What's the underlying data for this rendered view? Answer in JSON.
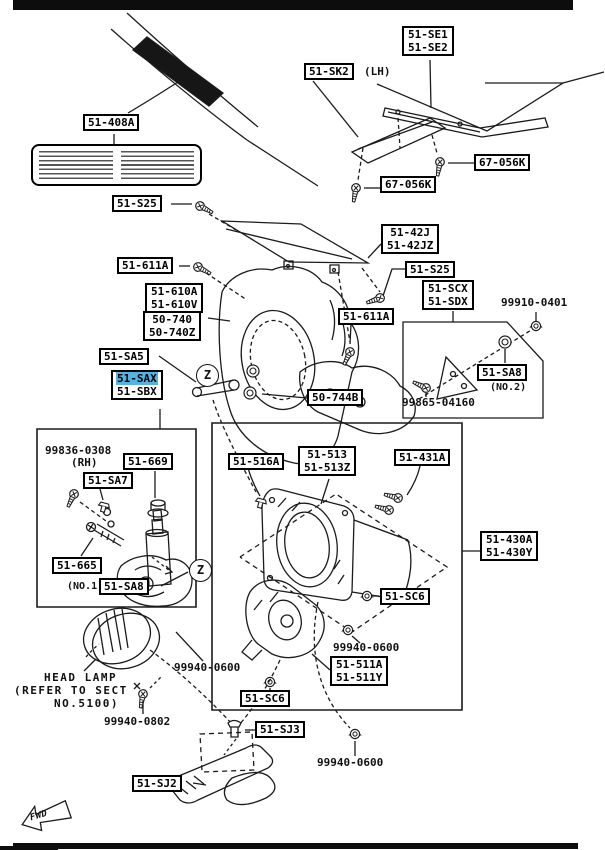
{
  "diagram": {
    "z_marker": "Z",
    "fwd": "FWD",
    "highlight_color": "#55b3e3"
  },
  "labels": {
    "p408a": "51-408A",
    "s25_top": "51-S25",
    "sk2": "51-SK2",
    "lh": "(LH)",
    "se1": "51-SE1",
    "se2": "51-SE2",
    "k67_right": "67-056K",
    "k67_left": "67-056K",
    "p42j": "51-42J",
    "p42jz": "51-42JZ",
    "p611a_left": "51-611A",
    "s25_mid": "51-S25",
    "p610a": "51-610A",
    "p610v": "51-610V",
    "p740": "50-740",
    "p740z": "50-740Z",
    "p611a_right": "51-611A",
    "scx": "51-SCX",
    "sdx": "51-SDX",
    "n99910": "99910-0401",
    "sa8_no2": "51-SA8",
    "no2": "(NO.2)",
    "n99865": "99865-04160",
    "sa5": "51-SA5",
    "sax": "51-SAX",
    "sbx": "51-SBX",
    "p744b": "50-744B",
    "n99836": "99836-0308",
    "rh": "(RH)",
    "p669": "51-669",
    "sa7": "51-SA7",
    "p665": "51-665",
    "no1": "(NO.1)",
    "sa8_no1": "51-SA8",
    "p516a": "51-516A",
    "p513": "51-513",
    "p513z": "51-513Z",
    "p431a": "51-431A",
    "sc6_top": "51-SC6",
    "p430a": "51-430A",
    "p430y": "51-430Y",
    "n0600_left": "99940-0600",
    "n0600_right": "99940-0600",
    "p511a": "51-511A",
    "p511y": "51-511Y",
    "sc6_bottom": "51-SC6",
    "sj3": "51-SJ3",
    "n0600_bottom": "99940-0600",
    "n0802": "99940-0802",
    "headlamp_1": "HEAD LAMP",
    "headlamp_2": "(REFER TO SECT",
    "headlamp_3": "NO.5100)",
    "sj2": "51-SJ2"
  }
}
